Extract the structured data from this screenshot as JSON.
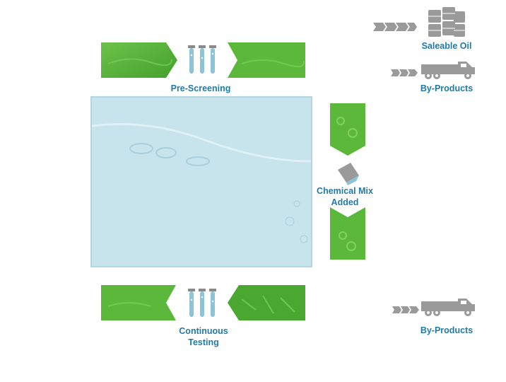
{
  "labels": {
    "pre_screening": "Pre-Screening",
    "chemical_mix_line1": "Chemical Mix",
    "chemical_mix_line2": "Added",
    "continuous_testing_line1": "Continuous",
    "continuous_testing_line2": "Testing",
    "saleable_oil": "Saleable Oil",
    "by_products_top": "By-Products",
    "by_products_bottom": "By-Products"
  },
  "icons": {
    "test_tubes": "test-tubes-icon",
    "beaker": "beaker-pour-icon",
    "barrels": "oil-barrels-icon",
    "truck": "truck-icon",
    "chevrons": "chevron-arrows-icon"
  },
  "colors": {
    "green": "#5cb83a",
    "green_dark": "#3f9a28",
    "water": "#c7e3ec",
    "water_border": "#b2d7e2",
    "tube": "#8cc3d6",
    "gray": "#9a9a9a",
    "label": "#1f7aa8"
  }
}
